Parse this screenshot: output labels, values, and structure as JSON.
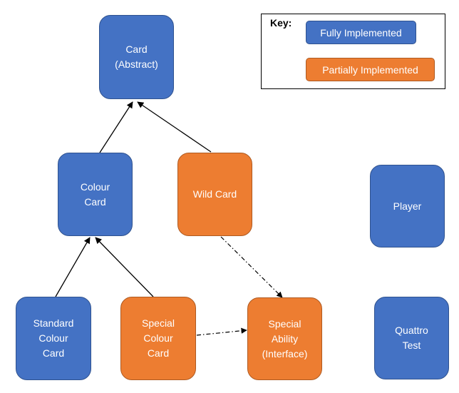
{
  "colors": {
    "fully": "#4472c4",
    "partially": "#ed7d31",
    "edge": "#000000"
  },
  "key": {
    "title": "Key:",
    "fully_label": "Fully Implemented",
    "partially_label": "Partially Implemented"
  },
  "nodes": {
    "card": {
      "label": "Card\n(Abstract)",
      "status": "fully"
    },
    "colour_card": {
      "label": "Colour\nCard",
      "status": "fully"
    },
    "wild_card": {
      "label": "Wild Card",
      "status": "partially"
    },
    "player": {
      "label": "Player",
      "status": "fully"
    },
    "standard_colour_card": {
      "label": "Standard\nColour\nCard",
      "status": "fully"
    },
    "special_colour_card": {
      "label": "Special\nColour\nCard",
      "status": "partially"
    },
    "special_ability": {
      "label": "Special\nAbility\n(Interface)",
      "status": "partially"
    },
    "quattro_test": {
      "label": "Quattro\nTest",
      "status": "fully"
    }
  },
  "edges": [
    {
      "from": "colour_card",
      "to": "card",
      "style": "solid"
    },
    {
      "from": "wild_card",
      "to": "card",
      "style": "solid"
    },
    {
      "from": "standard_colour_card",
      "to": "colour_card",
      "style": "solid"
    },
    {
      "from": "special_colour_card",
      "to": "colour_card",
      "style": "solid"
    },
    {
      "from": "wild_card",
      "to": "special_ability",
      "style": "dash-dot"
    },
    {
      "from": "special_colour_card",
      "to": "special_ability",
      "style": "dash-dot"
    }
  ]
}
